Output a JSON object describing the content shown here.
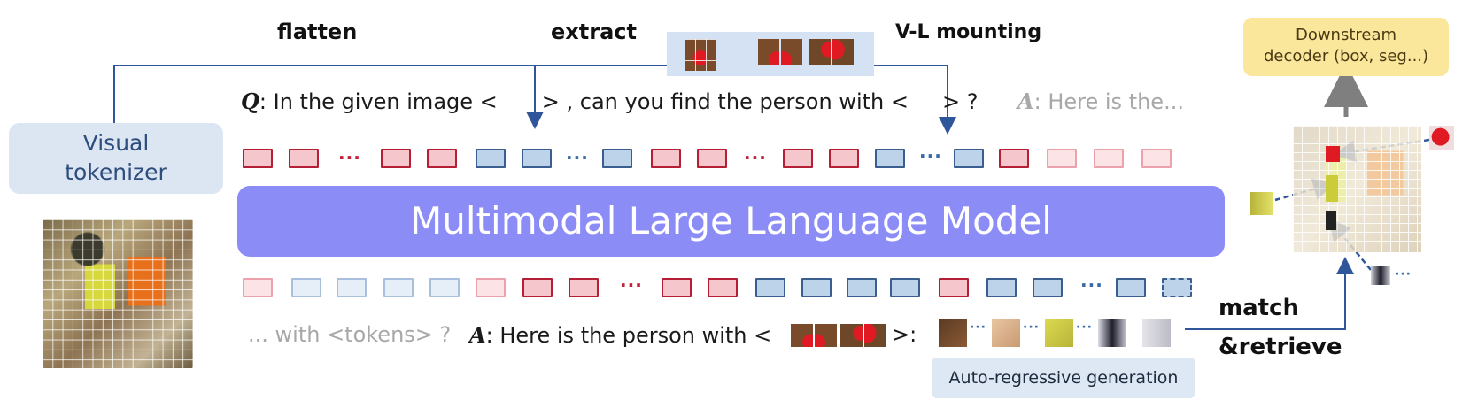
{
  "labels": {
    "flatten": "flatten",
    "extract": "extract",
    "vl_mounting": "V-L mounting",
    "visual_tokenizer": [
      "Visual",
      "tokenizer"
    ],
    "mllm": "Multimodal Large Language Model",
    "decoder": [
      "Downstream",
      "decoder (box, seg...)"
    ],
    "auto_regressive": "Auto-regressive generation",
    "match": [
      "match",
      "&retrieve"
    ]
  },
  "question_line": {
    "q_marker": "Q",
    "part1": ":  In the given image <",
    "part2": "> , can you find the person with <",
    "part3": "> ?",
    "a_marker": "A",
    "answer_preview": ":  Here is the..."
  },
  "answer_line": {
    "prefix": "... with <tokens> ?",
    "a_marker": "A",
    "text": ":  Here is the person with <",
    "close": ">:"
  },
  "dots": "···",
  "colors": {
    "arrow": "#2f569b",
    "mllm": "#8c8cf7",
    "token_red": "#b51f36",
    "token_blue": "#3a5f8f"
  }
}
